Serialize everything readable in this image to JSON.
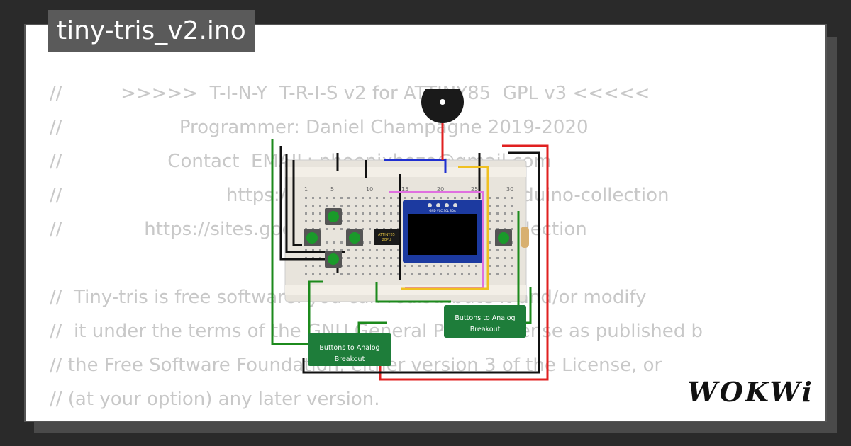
{
  "title": "tiny-tris_v2.ino",
  "code_lines": [
    "//          >>>>>  T-I-N-Y  T-R-I-S v2 for ATTINY85  GPL v3 <<<<<",
    "//                    Programmer: Daniel Champagne 2019-2020",
    "//                  Contact  EMAIL: phoenixbozo@gmail.com",
    "//                            https://sites.google.com/view/arduino-collection",
    "//              https://sites.google.com/view/arduino-collection",
    "",
    "//  Tiny-tris is free software: you can redistribute it and/or modify",
    "//  it under the terms of the GNU General Public License as published b",
    "// the Free Software Foundation, either version 3 of the License, or",
    "// (at your option) any later version."
  ],
  "circuit": {
    "chip_label_1": "ATTINY85",
    "chip_label_2": "20PU",
    "oled_pins": "GND VCC SCL SDA",
    "breakout_1": [
      "Buttons to Analog",
      "Breakout"
    ],
    "breakout_2": [
      "Buttons to Analog",
      "Breakout"
    ],
    "breadboard_numbers": [
      "1",
      "5",
      "10",
      "15",
      "20",
      "25",
      "30"
    ]
  },
  "logo": "WOKWi",
  "colors": {
    "background": "#2a2a2a",
    "tag": "#5a5a5a",
    "code": "#c8c8c8",
    "wire_red": "#e02020",
    "wire_green": "#1c8a1c",
    "wire_black": "#111111",
    "wire_blue": "#2030d0",
    "wire_yellow": "#f0c020",
    "wire_pink": "#e070e0",
    "board_green": "#1e7d3a",
    "oled_blue": "#1c3aa0"
  }
}
